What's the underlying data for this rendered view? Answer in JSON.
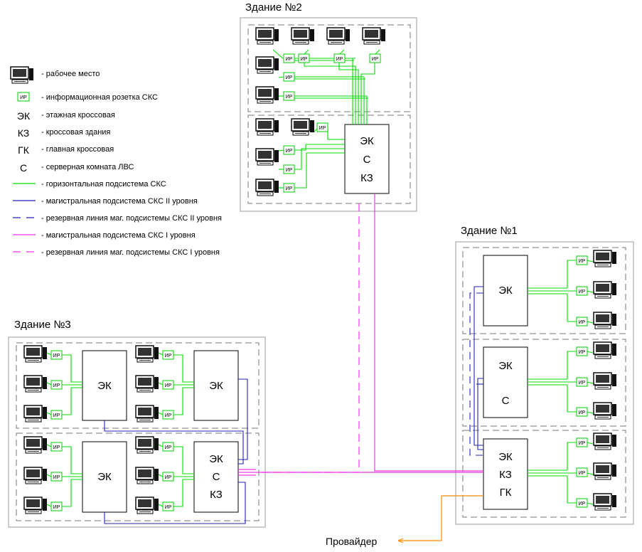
{
  "buildings": {
    "b1": {
      "title": "Здание №1"
    },
    "b2": {
      "title": "Здание №2"
    },
    "b3": {
      "title": "Здание №3"
    }
  },
  "nodes": {
    "b2_main": [
      "ЭК",
      "С",
      "КЗ"
    ],
    "b1_top": [
      "ЭК"
    ],
    "b1_mid": [
      "ЭК",
      "С"
    ],
    "b1_bot": [
      "ЭК",
      "КЗ",
      "ГК"
    ],
    "b3_tl": [
      "ЭК"
    ],
    "b3_tr": [
      "ЭК"
    ],
    "b3_bl": [
      "ЭК"
    ],
    "b3_br": [
      "ЭК",
      "С",
      "КЗ"
    ]
  },
  "outlet_label": "ИР",
  "provider_label": "Провайдер",
  "legend": {
    "workstation": "- рабочее место",
    "outlet": "- информационная розетка СКС",
    "ek_symbol": "ЭК",
    "ek": "- этажная кроссовая",
    "kz_symbol": "КЗ",
    "kz": "- кроссовая здания",
    "gk_symbol": "ГК",
    "gk": "- главная кроссовая",
    "c_symbol": "С",
    "c": "- серверная комната ЛВС",
    "horizontal": "- горизонтальная подсистема СКС",
    "backbone2": "- магистральная подсистема СКС II уровня",
    "backup2": "- резервная линия маг. подсистемы СКС II уровня",
    "backbone1": "- магистральная подсистема СКС I уровня",
    "backup1": "- резервная линия маг. подсистемы СКС I уровня"
  },
  "colors": {
    "horizontal": "#00dd00",
    "backbone2": "#2222bb",
    "backbone1": "#ee33ee",
    "provider": "#ff8800",
    "frame": "#999999",
    "dash": "#888888"
  }
}
